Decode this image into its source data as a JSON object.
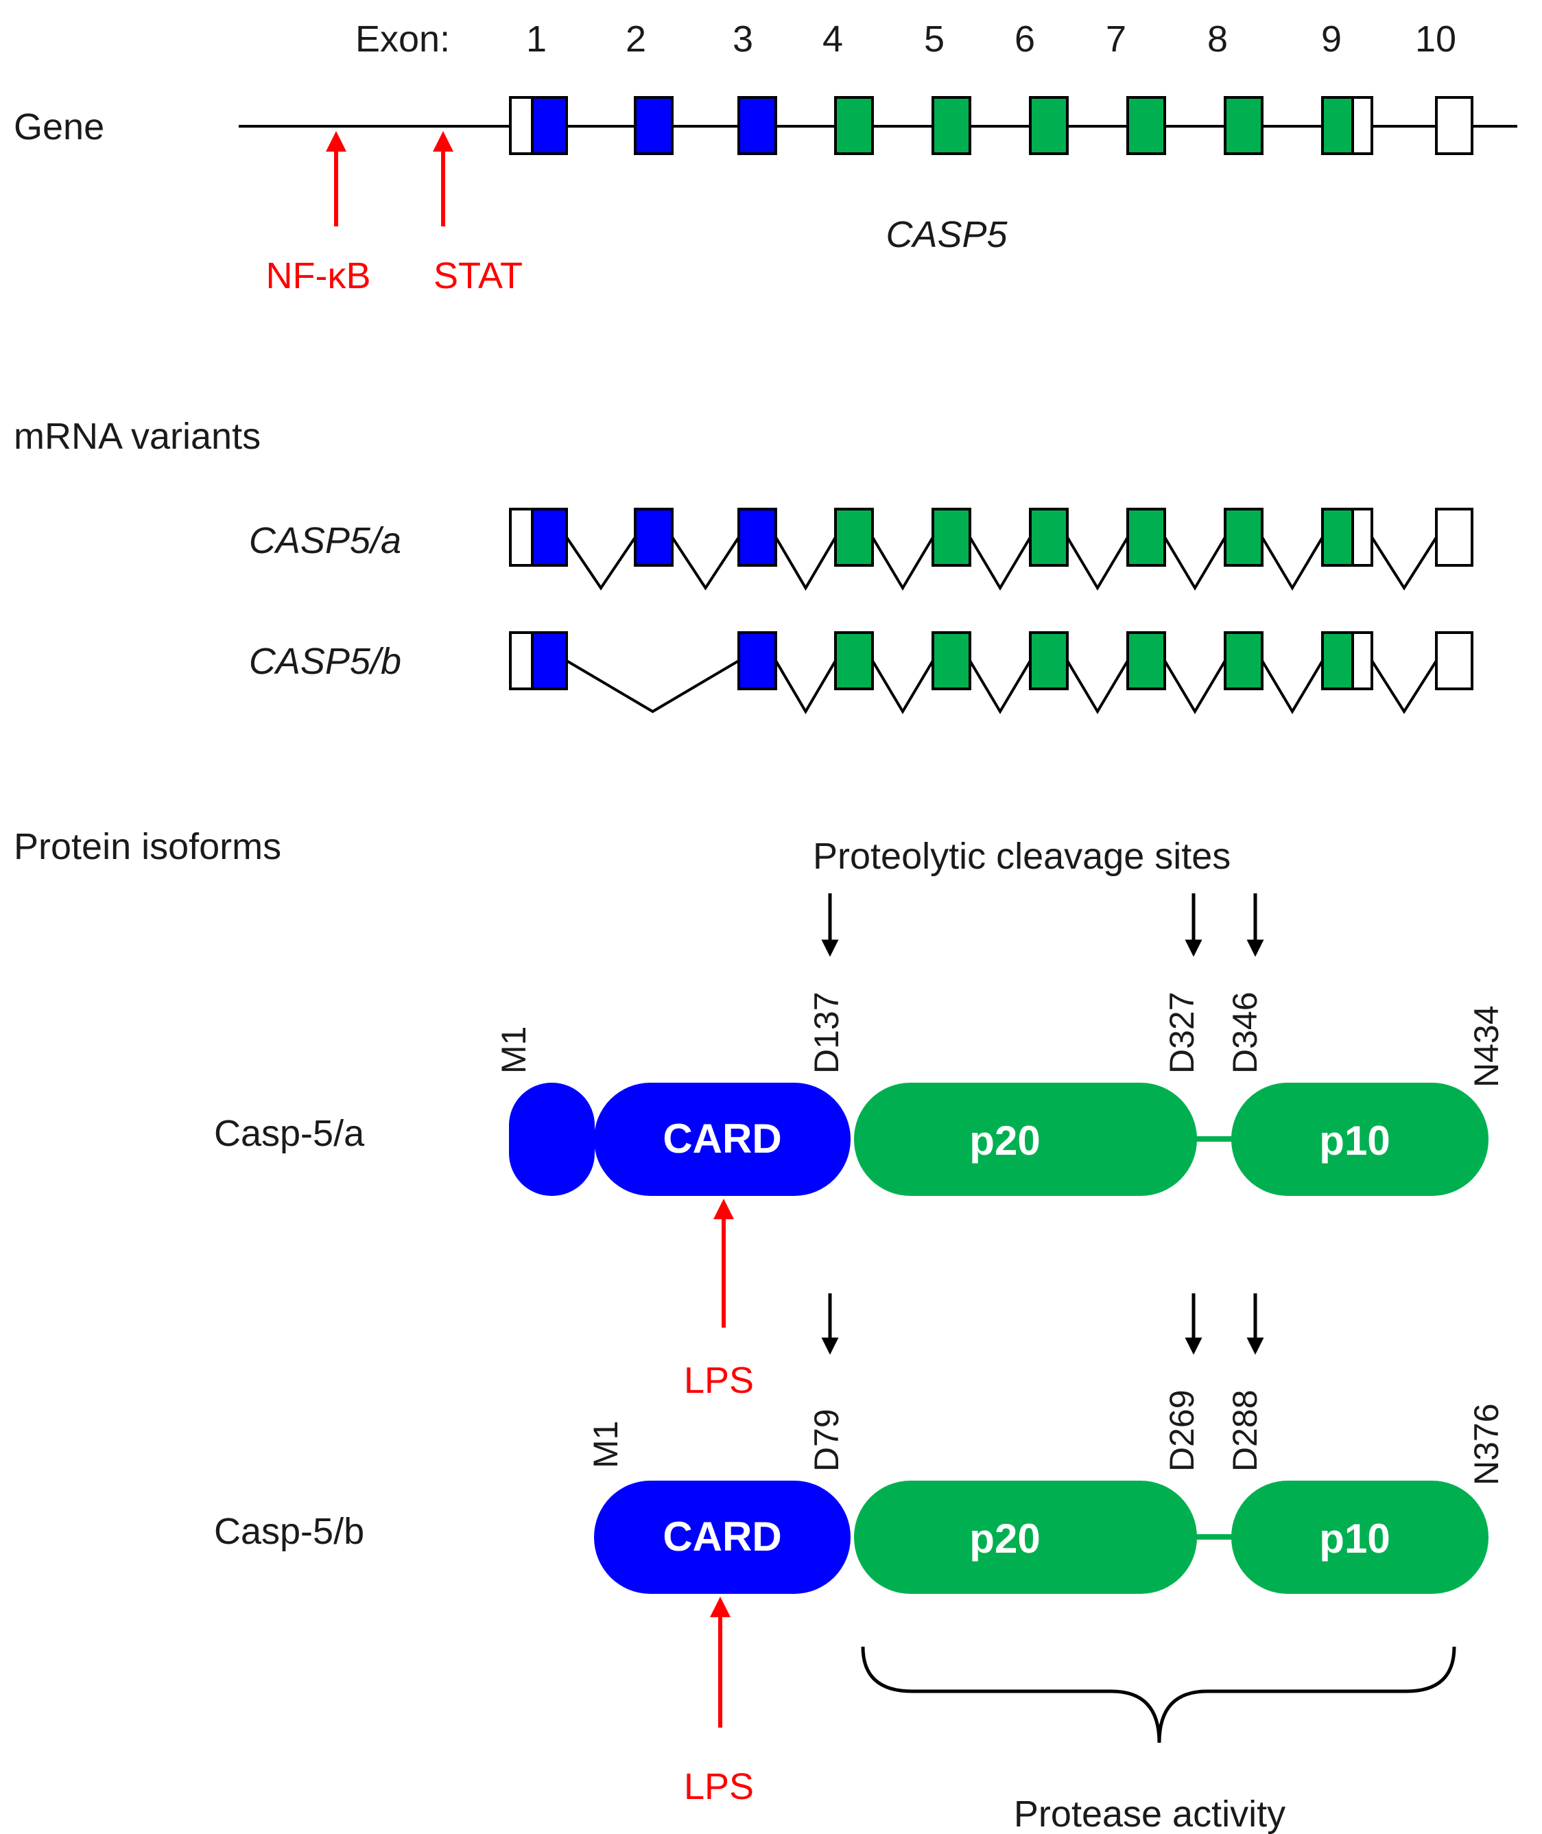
{
  "colors": {
    "card_blue": "#0000ff",
    "protease_green": "#00b050",
    "utr_white": "#ffffff",
    "regulator_red": "#ff0000",
    "line_black": "#000000"
  },
  "gene": {
    "section_label": "Gene",
    "exon_label": "Exon:",
    "exon_numbers": [
      "1",
      "2",
      "3",
      "4",
      "5",
      "6",
      "7",
      "8",
      "9",
      "10"
    ],
    "gene_name": "CASP5",
    "regulators": [
      "NF-κB",
      "STAT"
    ]
  },
  "mrna": {
    "section_label": "mRNA variants",
    "variants": [
      "CASP5/a",
      "CASP5/b"
    ]
  },
  "protein": {
    "section_label": "Protein isoforms",
    "cleavage_title": "Proteolytic cleavage sites",
    "domain_card": "CARD",
    "domain_p20": "p20",
    "domain_p10": "p10",
    "protease_label": "Protease activity",
    "stimulus": "LPS",
    "isoforms": [
      {
        "name": "Casp-5/a",
        "start": "M1",
        "sites": [
          "D137",
          "D327",
          "D346"
        ],
        "end": "N434"
      },
      {
        "name": "Casp-5/b",
        "start": "M1",
        "sites": [
          "D79",
          "D269",
          "D288"
        ],
        "end": "N376"
      }
    ]
  }
}
